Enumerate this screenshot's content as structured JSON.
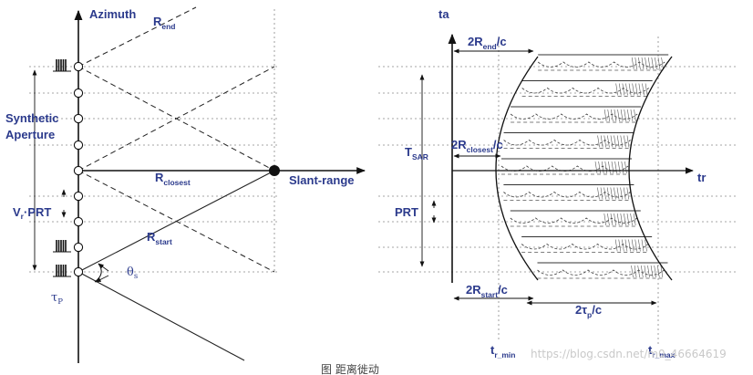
{
  "left_diagram": {
    "azimuth": "Azimuth",
    "r_end": {
      "main": "R",
      "sub": "end"
    },
    "synthetic_aperture": [
      "Synthetic",
      "Aperture"
    ],
    "r_closest": {
      "main": "R",
      "sub": "closest"
    },
    "slant_range": "Slant-range",
    "vr_prt": {
      "v": "V",
      "sub": "r",
      "rest": "·PRT"
    },
    "r_start": {
      "main": "R",
      "sub": "start"
    },
    "theta_s": {
      "main": "θ",
      "sub": "s"
    },
    "tau_p": {
      "main": "τ",
      "sub": "P"
    }
  },
  "right_diagram": {
    "ta": "ta",
    "two_r_end": {
      "pre": "2R",
      "sub": "end",
      "post": "/c"
    },
    "t_sar": {
      "main": "T",
      "sub": "SAR"
    },
    "two_r_closest": {
      "pre": "2R",
      "sub": "closest",
      "post": "/c"
    },
    "tr": "tr",
    "prt": "PRT",
    "two_r_start": {
      "pre": "2R",
      "sub": "start",
      "post": "/c"
    },
    "two_tau_p": {
      "pre": "2τ",
      "sub": "p",
      "post": "/c"
    },
    "tr_min": {
      "main": "t",
      "sub": "r_min"
    },
    "tr_max": {
      "main": "t",
      "sub": "r_max"
    }
  },
  "watermark": "https://blog.csdn.net/m0_46664619",
  "caption": "图  距离徙动"
}
